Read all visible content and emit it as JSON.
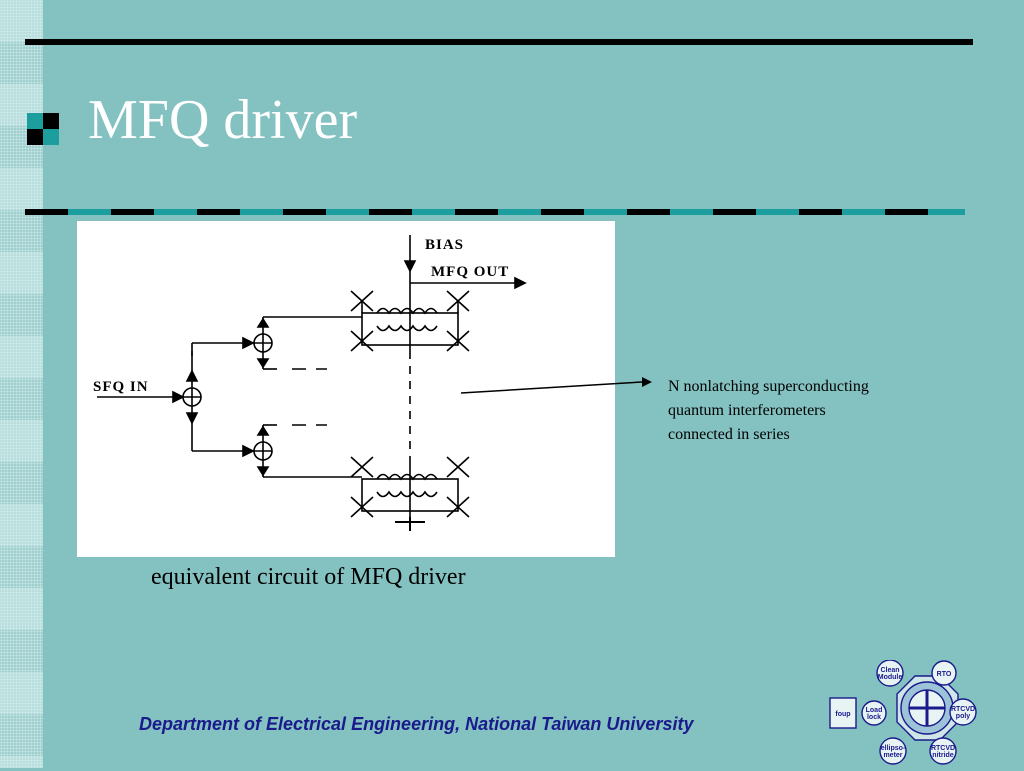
{
  "slide": {
    "title": "MFQ driver",
    "caption": "equivalent circuit of MFQ driver",
    "annotation_lines": [
      "N  nonlatching superconducting",
      "quantum interferometers",
      "connected in series"
    ],
    "footer": "Department of Electrical Engineering, National Taiwan University"
  },
  "diagram": {
    "labels": {
      "bias": "BIAS",
      "out": "MFQ OUT",
      "in": "SFQ IN"
    }
  },
  "logo": {
    "nodes": {
      "clean_module_1": "Clean",
      "clean_module_2": "Module",
      "rto": "RTO",
      "foup": "foup",
      "load_lock_1": "Load",
      "load_lock_2": "lock",
      "rtcvd_poly_1": "RTCVD",
      "rtcvd_poly_2": "poly",
      "ellipsometer_1": "ellipso-",
      "ellipsometer_2": "meter",
      "rtcvd_nitride_1": "RTCVD",
      "rtcvd_nitride_2": "nitride"
    }
  },
  "colors": {
    "background": "#84C1C1",
    "accent_teal": "#1d9e9e",
    "footer_text": "#1a1a8c"
  }
}
